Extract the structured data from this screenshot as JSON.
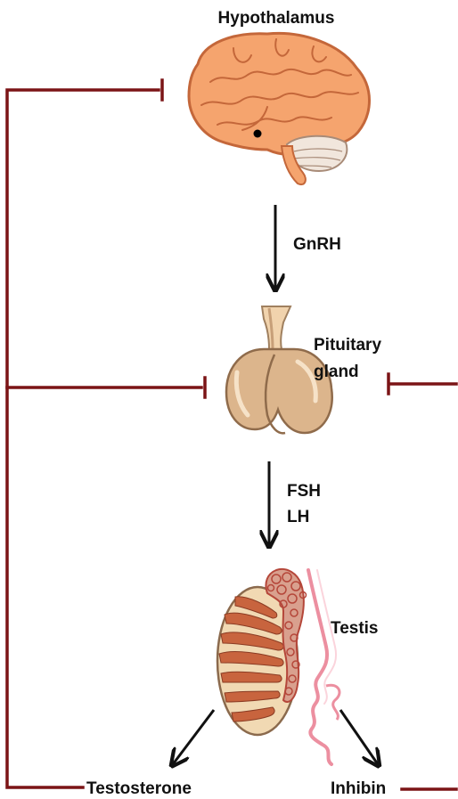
{
  "labels": {
    "hypothalamus": "Hypothalamus",
    "gnrh": "GnRH",
    "pituitary_line1": "Pituitary",
    "pituitary_line2": "gland",
    "fsh": "FSH",
    "lh": "LH",
    "testis": "Testis",
    "testosterone": "Testosterone",
    "inhibin": "Inhibin"
  },
  "colors": {
    "feedback_line": "#7b1416",
    "arrow": "#111111",
    "brain_fill": "#f5a46e",
    "brain_stroke": "#c4673a",
    "pituitary_fill": "#dcb58c",
    "testis_fill": "#f1d9b3",
    "tubule_fill": "#c8643e",
    "epididymis": "#b5473a",
    "vas_deferens": "#ec8fa0"
  },
  "icons": {
    "brain": "brain-icon",
    "pituitary": "pituitary-gland-icon",
    "testis": "testis-icon"
  }
}
